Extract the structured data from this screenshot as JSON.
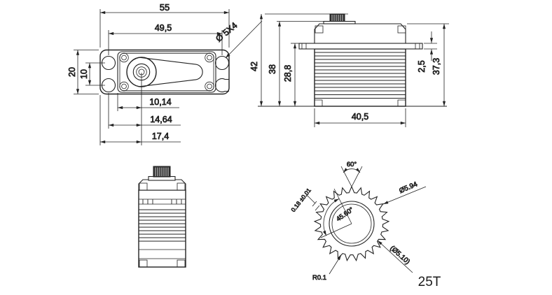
{
  "colors": {
    "background": "#ffffff",
    "line": "#222222",
    "text": "#1b1b1b",
    "knurl_fill": "#2f2f2f"
  },
  "views": {
    "top": {
      "dim_overall_width": "55",
      "dim_mount_hole_span": "49,5",
      "dim_overall_depth": "20",
      "dim_hole_pitch": "10",
      "dim_shaft_to_case_edge": "10,14",
      "dim_shaft_to_hole": "14,64",
      "dim_shaft_to_plate_edge": "17,4",
      "hole_callout": "Ø 5X4"
    },
    "side": {
      "dim_total_height": "42",
      "dim_case_height": "38",
      "dim_under_flange_height": "28,8",
      "dim_flange_thickness": "2,5",
      "dim_upper_height": "37,3",
      "dim_body_width": "40,5"
    },
    "gear": {
      "teeth": 25,
      "teeth_label": "25T",
      "dim_tooth_angle": "60°",
      "dim_spline_angle": "45.60°",
      "dim_outer_diameter": "Ø5.94",
      "dim_root_diameter": "(Ø5.10)",
      "dim_tooth_thickness": "0.18 ±0.01",
      "dim_root_fillet": "R0.1"
    }
  }
}
